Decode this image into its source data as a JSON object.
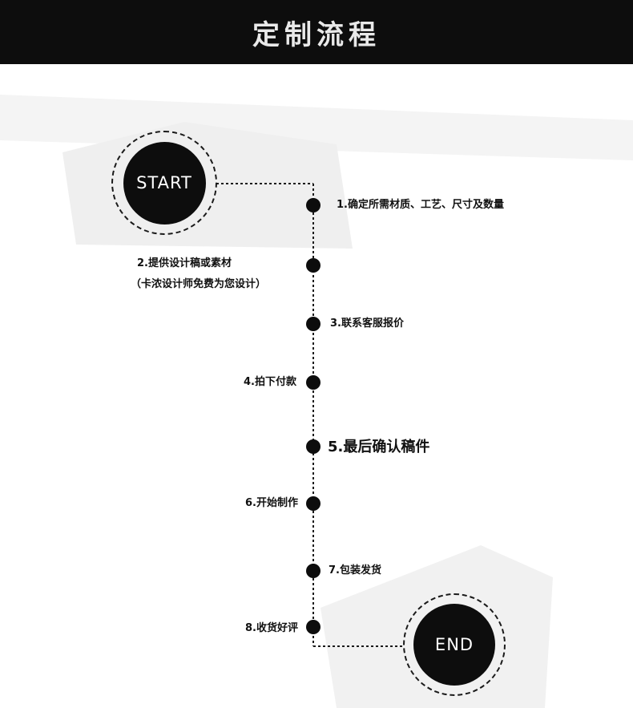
{
  "header": {
    "title": "定制流程"
  },
  "start": {
    "label": "START"
  },
  "end": {
    "label": "END"
  },
  "steps": [
    {
      "text": "1.确定所需材质、工艺、尺寸及数量"
    },
    {
      "text": "2.提供设计稿或素材",
      "sub": "（卡浓设计师免费为您设计）"
    },
    {
      "text": "3.联系客服报价"
    },
    {
      "text": "4.拍下付款"
    },
    {
      "text": "5.最后确认稿件"
    },
    {
      "text": "6.开始制作"
    },
    {
      "text": "7.包装发货"
    },
    {
      "text": "8.收货好评"
    }
  ],
  "colors": {
    "header_bg": "#0d0d0d",
    "dot": "#0d0d0d",
    "line": "#1a1a1a",
    "shape": "#f1f1f1"
  }
}
